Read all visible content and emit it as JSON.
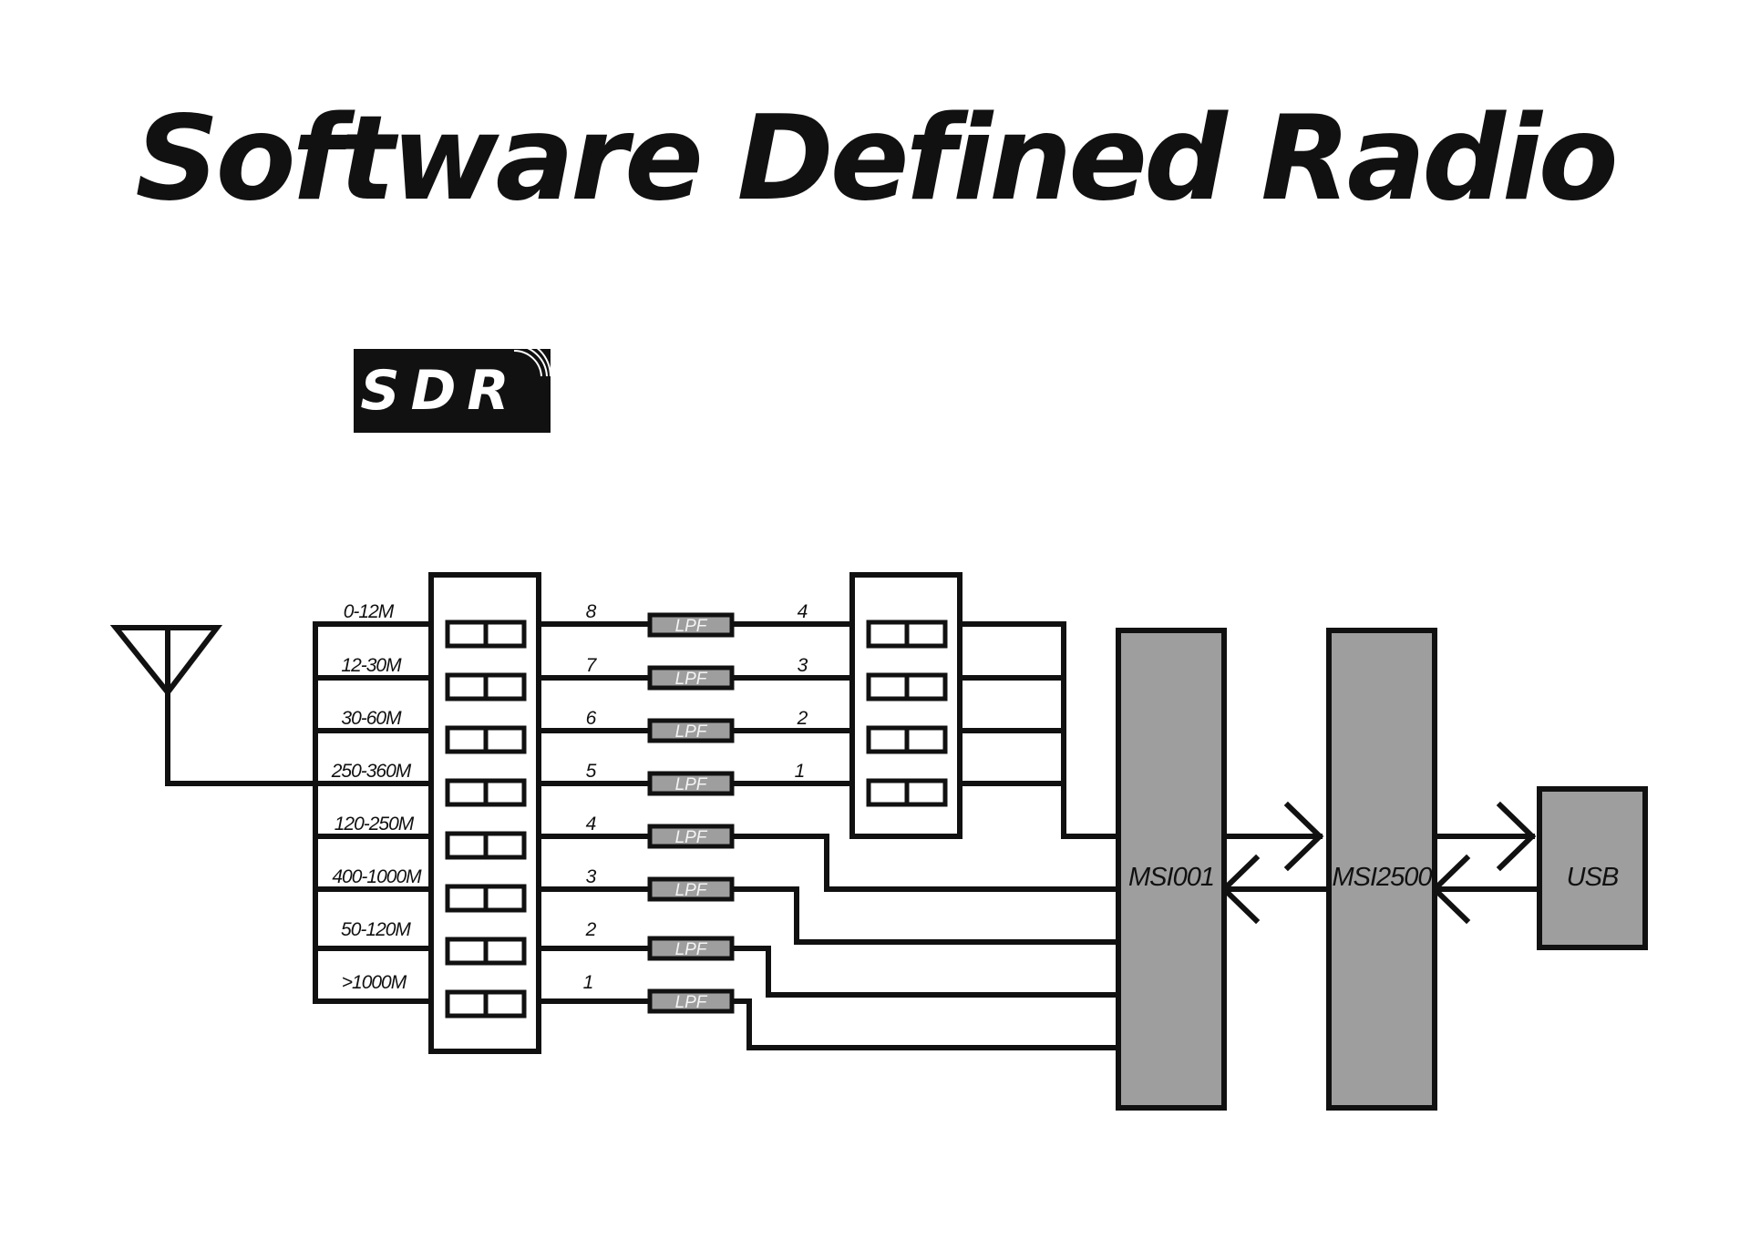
{
  "title": "Software Defined Radio",
  "logo": {
    "text": "SDR"
  },
  "bands": [
    {
      "label": "0-12M",
      "left_port": "8",
      "right_port": "4"
    },
    {
      "label": "12-30M",
      "left_port": "7",
      "right_port": "3"
    },
    {
      "label": "30-60M",
      "left_port": "6",
      "right_port": "2"
    },
    {
      "label": "250-360M",
      "left_port": "5",
      "right_port": "1"
    },
    {
      "label": "120-250M",
      "left_port": "4",
      "right_port": ""
    },
    {
      "label": "400-1000M",
      "left_port": "3",
      "right_port": ""
    },
    {
      "label": "50-120M",
      "left_port": "2",
      "right_port": ""
    },
    {
      "label": ">1000M",
      "left_port": "1",
      "right_port": ""
    }
  ],
  "filter_label": "LPF",
  "blocks": {
    "tuner": "MSI001",
    "processor": "MSI2500",
    "interface": "USB"
  },
  "colors": {
    "ink": "#111111",
    "block_fill": "#9e9e9e",
    "background": "#ffffff"
  },
  "icons": {
    "antenna": "antenna-icon",
    "logo_arcs": "signal-arcs-icon"
  }
}
